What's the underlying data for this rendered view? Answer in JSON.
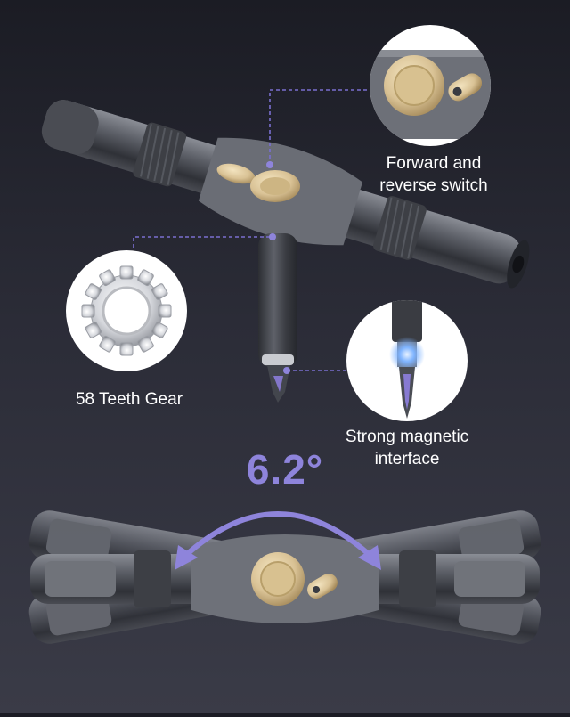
{
  "labels": {
    "switch": [
      "Forward and",
      "reverse switch"
    ],
    "gear": "58 Teeth Gear",
    "magnet": [
      "Strong magnetic",
      "interface"
    ],
    "angle": "6.2°"
  },
  "colors": {
    "background_top": "#1b1c24",
    "background_bottom": "#3a3b47",
    "accent_purple": "#8e84db",
    "callout_line": "#7a6fd0",
    "metal_dark": "#3e4047",
    "metal_light": "#7b7e86",
    "brass": "#d9c295"
  },
  "icons": {
    "tool": "ratchet-screwdriver",
    "gear": "gear-ring-icon",
    "switch": "direction-switch-icon",
    "magnet": "magnetic-bit-icon",
    "rotation": "curved-double-arrow-icon"
  }
}
